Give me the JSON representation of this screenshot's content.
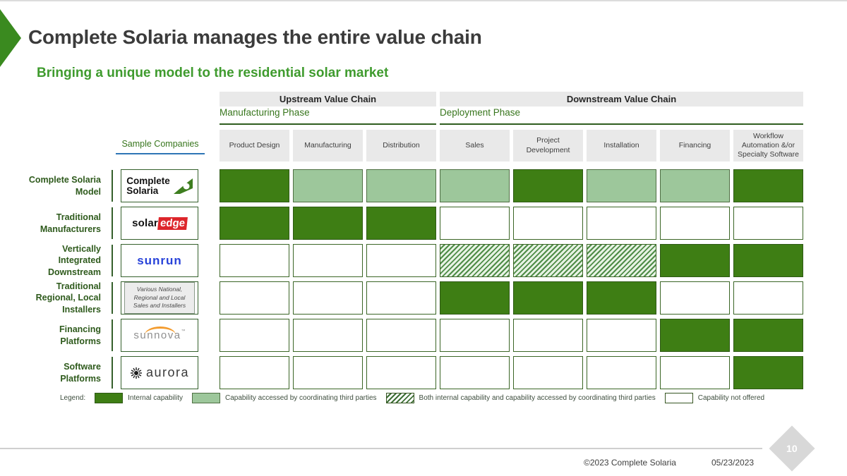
{
  "slide": {
    "title": "Complete Solaria manages the entire value chain",
    "subtitle": "Bringing a unique model to the residential solar market"
  },
  "value_chain": {
    "upstream_label": "Upstream Value Chain",
    "downstream_label": "Downstream Value Chain",
    "manufacturing_phase_label": "Manufacturing Phase",
    "deployment_phase_label": "Deployment Phase",
    "sample_companies_label": "Sample Companies",
    "columns": [
      "Product Design",
      "Manufacturing",
      "Distribution",
      "Sales",
      "Project Development",
      "Installation",
      "Financing",
      "Workflow Automation &/or Specialty Software"
    ],
    "rows": [
      {
        "label": "Complete Solaria Model",
        "company": "Complete Solaria",
        "logo": "complete_solaria",
        "cells": [
          "internal",
          "third_party",
          "third_party",
          "third_party",
          "internal",
          "third_party",
          "third_party",
          "internal"
        ]
      },
      {
        "label": "Traditional Manufacturers",
        "company": "SolarEdge",
        "logo": "solaredge",
        "cells": [
          "internal",
          "internal",
          "internal",
          "none",
          "none",
          "none",
          "none",
          "none"
        ]
      },
      {
        "label": "Vertically Integrated Downstream",
        "company": "Sunrun",
        "logo": "sunrun",
        "cells": [
          "none",
          "none",
          "none",
          "both",
          "both",
          "both",
          "internal",
          "internal"
        ]
      },
      {
        "label": "Traditional Regional, Local Installers",
        "company": "Various National, Regional and Local Sales and Installers",
        "logo": "installers",
        "cells": [
          "none",
          "none",
          "none",
          "internal",
          "internal",
          "internal",
          "none",
          "none"
        ]
      },
      {
        "label": "Financing Platforms",
        "company": "Sunnova",
        "logo": "sunnova",
        "cells": [
          "none",
          "none",
          "none",
          "none",
          "none",
          "none",
          "internal",
          "internal"
        ]
      },
      {
        "label": "Software Platforms",
        "company": "Aurora",
        "logo": "aurora",
        "cells": [
          "none",
          "none",
          "none",
          "none",
          "none",
          "none",
          "none",
          "internal"
        ]
      }
    ]
  },
  "logos": {
    "complete_solaria": {
      "line1": "Complete",
      "line2": "Solaria"
    },
    "solaredge": {
      "part1": "solar",
      "part2": "edge"
    },
    "sunrun": {
      "text": "sunrun"
    },
    "installers": {
      "lines": [
        "Various National,",
        "Regional and Local",
        "Sales and Installers"
      ]
    },
    "sunnova": {
      "text": "sunnova",
      "tm": "™"
    },
    "aurora": {
      "text": "aurora"
    }
  },
  "legend": {
    "label": "Legend:",
    "items": [
      {
        "type": "internal",
        "label": "Internal capability"
      },
      {
        "type": "third_party",
        "label": "Capability accessed by coordinating third parties"
      },
      {
        "type": "both",
        "label": "Both internal capability and capability accessed by coordinating third parties"
      },
      {
        "type": "none",
        "label": "Capability not offered"
      }
    ]
  },
  "footer": {
    "copyright": "©2023 Complete Solaria",
    "date": "05/23/2023",
    "page_number": "10"
  },
  "colors": {
    "internal_green": "#3e7e14",
    "third_party_green": "#9dc79b",
    "hatch_stripe_green": "#4e8c46",
    "cell_border_green": "#3b6626",
    "accent_green": "#3f9b2e",
    "label_green": "#2e5a1c",
    "phase_green": "#38761d",
    "header_gray": "#e9e9e9",
    "title_gray": "#3b3b3b",
    "sample_underline_blue": "#2e75b6",
    "solaredge_red": "#dd262b",
    "sunrun_blue": "#2742d9",
    "sunnova_orange": "#f39c2f",
    "page_badge_gray": "#d8d8d8"
  }
}
